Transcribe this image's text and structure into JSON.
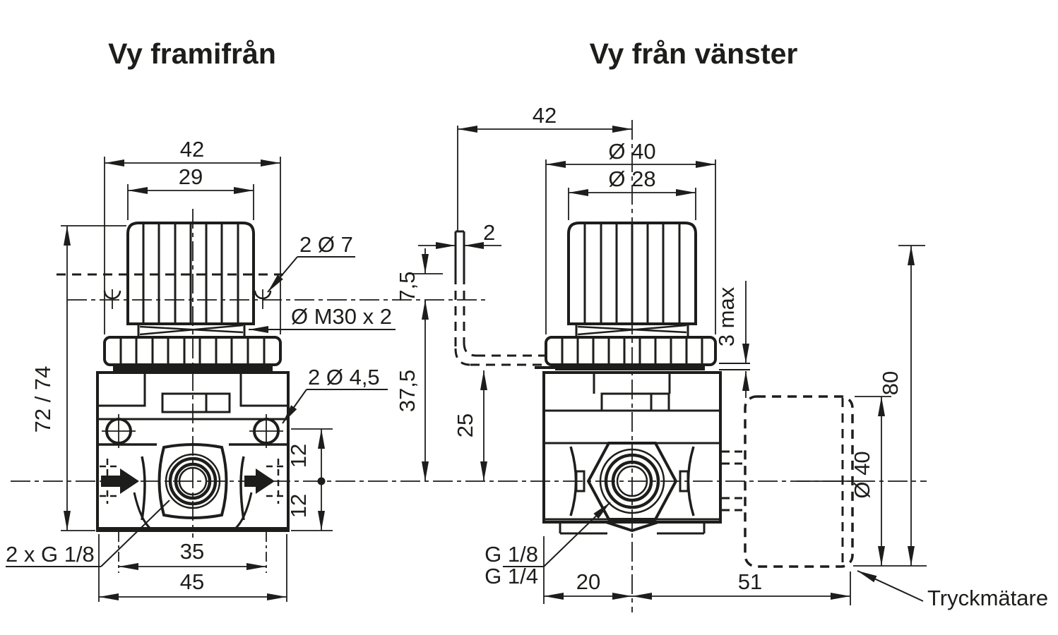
{
  "colors": {
    "ink": "#1d1d1b",
    "paper": "#ffffff"
  },
  "front_view": {
    "title": "Vy framifrån",
    "dim_ring_width": "42",
    "dim_knob_width": "29",
    "dim_height": "72 / 74",
    "dim_above_axis": "12",
    "dim_below_axis": "12",
    "dim_hole_spacing": "35",
    "dim_body_width": "45",
    "note_panel_holes": "2 Ø 7",
    "note_thread": "Ø M30 x 2",
    "note_mount_holes": "2 Ø 4,5",
    "note_ports": "2 x G 1/8"
  },
  "side_view": {
    "title": "Vy från vänster",
    "dim_bracket_offset": "42",
    "dim_knob_dia": "Ø 40",
    "dim_cap_dia": "Ø 28",
    "dim_panel_thickness": "2",
    "dim_hole_to_axis": "7,5",
    "dim_panel_to_axis": "37,5",
    "dim_bracket_to_axis": "25",
    "dim_panel_grip": "3 max",
    "dim_total_height": "80",
    "dim_gauge_dia": "Ø 40",
    "dim_axis_to_front": "20",
    "dim_axis_to_gauge_face": "51",
    "label_port_side": "G 1/8",
    "label_port_bottom": "G 1/4",
    "label_gauge": "Tryckmätare"
  }
}
